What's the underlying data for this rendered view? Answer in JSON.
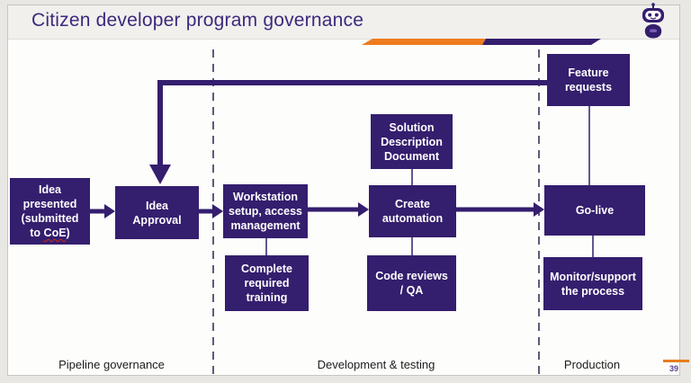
{
  "header": {
    "title": "Citizen developer program governance",
    "page_number": "39"
  },
  "colors": {
    "box_purple": "#341e6e",
    "title_purple": "#3c2a7d",
    "accent_orange": "#ee7b1e",
    "spellcheck_red": "#d22a1e"
  },
  "icons": {
    "robot": "robot-mascot-icon"
  },
  "flowchart": {
    "boxes": [
      {
        "id": "idea-presented",
        "label_before": "Idea presented (submitted to ",
        "flagged_word": "CoE",
        "label_after": ")"
      },
      {
        "id": "idea-approval",
        "label": "Idea Approval"
      },
      {
        "id": "workstation-setup",
        "label": "Workstation setup, access management"
      },
      {
        "id": "solution-description-document",
        "label": "Solution Description Document"
      },
      {
        "id": "create-automation",
        "label": "Create automation"
      },
      {
        "id": "complete-required-training",
        "label": "Complete required training"
      },
      {
        "id": "code-reviews-qa",
        "label": "Code reviews / QA"
      },
      {
        "id": "feature-requests",
        "label": "Feature requests"
      },
      {
        "id": "go-live",
        "label": "Go-live"
      },
      {
        "id": "monitor-support",
        "label": "Monitor/support the process"
      }
    ]
  },
  "footer": {
    "lanes": [
      "Pipeline governance",
      "Development & testing",
      "Production"
    ]
  }
}
